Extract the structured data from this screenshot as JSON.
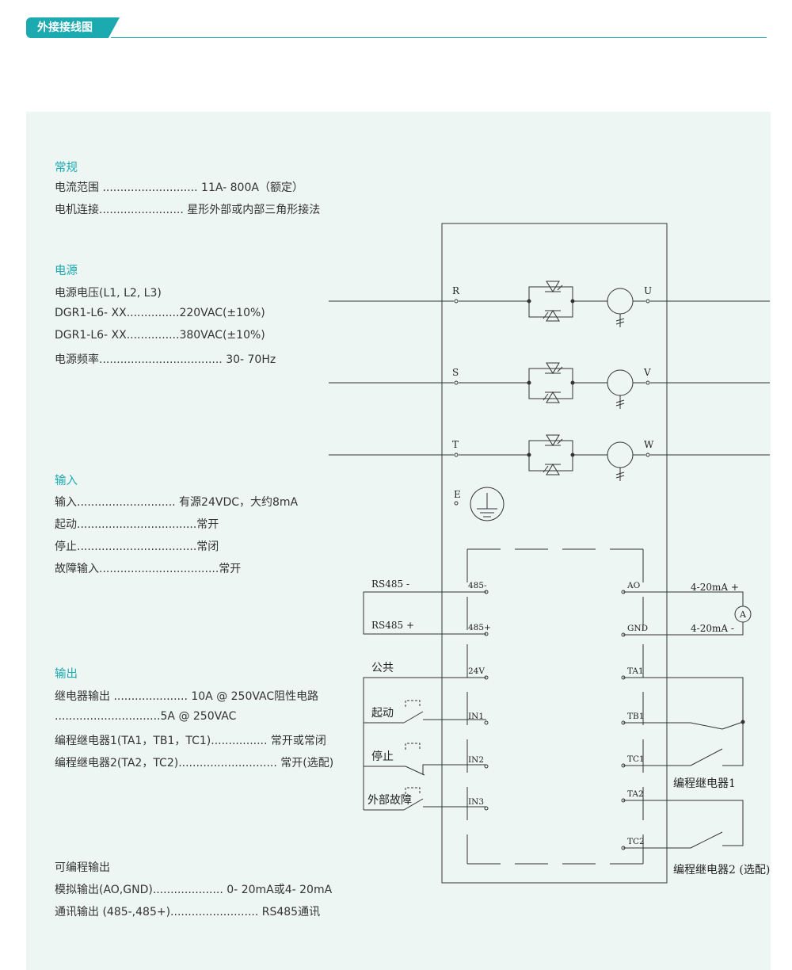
{
  "header": {
    "title": "外接接线图"
  },
  "specs": {
    "general": {
      "heading": "常规",
      "lines": [
        "电流范围  ........................... 11A- 800A（额定）",
        "电机连接........................ 星形外部或内部三角形接法"
      ]
    },
    "power": {
      "heading": "电源",
      "lines": [
        "电源电压(L1, L2, L3)",
        "DGR1-L6- XX...............220VAC(±10%)",
        "DGR1-L6- XX...............380VAC(±10%)",
        "电源频率................................... 30- 70Hz"
      ]
    },
    "input": {
      "heading": "输入",
      "lines": [
        "输入............................ 有源24VDC，大约8mA",
        "起动..................................常开",
        "停止..................................常闭",
        "故障输入..................................常开"
      ]
    },
    "output": {
      "heading": "输出",
      "lines": [
        "继电器输出  ..................... 10A @ 250VAC阻性电路",
        "..............................5A @ 250VAC",
        "编程继电器1(TA1，TB1，TC1)................  常开或常闭",
        "编程继电器2(TA2，TC2)............................  常开(选配)"
      ]
    },
    "programmable": {
      "heading": "可编程输出",
      "lines": [
        "模拟输出(AO,GND).................... 0- 20mA或4- 20mA",
        "通讯输出 (485-,485+)......................... RS485通讯"
      ]
    }
  },
  "diagram": {
    "phases": [
      {
        "in": "R",
        "out": "U"
      },
      {
        "in": "S",
        "out": "V"
      },
      {
        "in": "T",
        "out": "W"
      }
    ],
    "earth_label": "E",
    "left_terminals": [
      "485-",
      "485+",
      "24V",
      "IN1",
      "IN2",
      "IN3"
    ],
    "right_terminals": [
      "AO",
      "GND",
      "TA1",
      "TB1",
      "TC1",
      "TA2",
      "TC2"
    ],
    "external_left": {
      "rs485_minus": "RS485 -",
      "rs485_plus": "RS485 +",
      "common": "公共",
      "start": "起动",
      "stop": "停止",
      "fault": "外部故障"
    },
    "external_right": {
      "ma_plus": "4-20mA +",
      "ma_minus": "4-20mA -",
      "ammeter": "A",
      "relay1": "编程继电器1",
      "relay2": "编程继电器2 (选配)"
    }
  }
}
